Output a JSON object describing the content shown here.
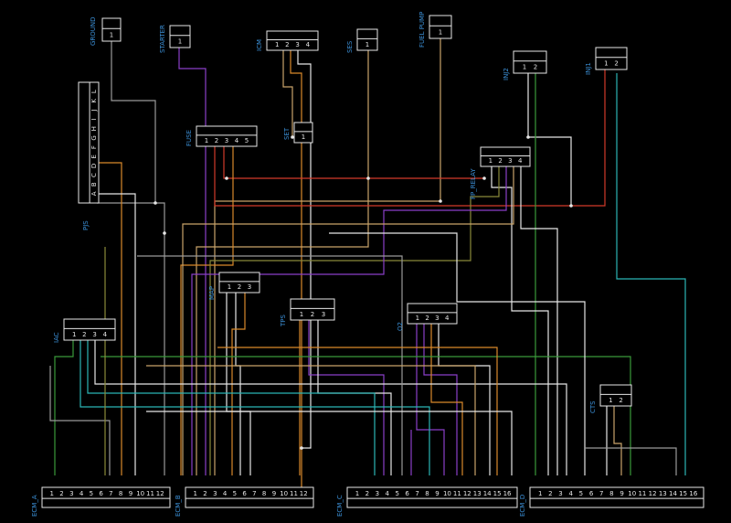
{
  "connectors": {
    "ground": {
      "name": "GROUND",
      "pins": [
        "1"
      ]
    },
    "starter": {
      "name": "STARTER",
      "pins": [
        "1"
      ]
    },
    "icm": {
      "name": "ICM",
      "pins": [
        "1",
        "2",
        "3",
        "4"
      ]
    },
    "ses": {
      "name": "SES",
      "pins": [
        "1"
      ]
    },
    "fuel_pump": {
      "name": "FUEL PUMP",
      "pins": [
        "1"
      ]
    },
    "inj2": {
      "name": "INJ2",
      "pins": [
        "1",
        "2"
      ]
    },
    "inj1": {
      "name": "INJ1",
      "pins": [
        "1",
        "2"
      ]
    },
    "pjs": {
      "name": "PJS",
      "pins": [
        "A",
        "B",
        "C",
        "D",
        "E",
        "F",
        "G",
        "H",
        "I",
        "J",
        "K",
        "L"
      ]
    },
    "fuse": {
      "name": "FUSE",
      "pins": [
        "1",
        "2",
        "3",
        "4",
        "5"
      ]
    },
    "set": {
      "name": "SET",
      "pins": [
        "1"
      ]
    },
    "fp_relay": {
      "name": "FP_RELAY",
      "pins": [
        "1",
        "2",
        "3",
        "4"
      ]
    },
    "map": {
      "name": "MAP",
      "pins": [
        "1",
        "2",
        "3"
      ]
    },
    "tps": {
      "name": "TPS",
      "pins": [
        "1",
        "2",
        "3"
      ]
    },
    "o2": {
      "name": "O2",
      "pins": [
        "1",
        "2",
        "3",
        "4"
      ]
    },
    "iac": {
      "name": "IAC",
      "pins": [
        "1",
        "2",
        "3",
        "4"
      ]
    },
    "cts": {
      "name": "CTS",
      "pins": [
        "1",
        "2"
      ]
    },
    "ecm_a": {
      "name": "ECM_A",
      "pins": [
        "1",
        "2",
        "3",
        "4",
        "5",
        "6",
        "7",
        "8",
        "9",
        "10",
        "11",
        "12"
      ]
    },
    "ecm_b": {
      "name": "ECM_B",
      "pins": [
        "1",
        "2",
        "3",
        "4",
        "5",
        "6",
        "7",
        "8",
        "9",
        "10",
        "11",
        "12"
      ]
    },
    "ecm_c": {
      "name": "ECM_C",
      "pins": [
        "1",
        "2",
        "3",
        "4",
        "5",
        "6",
        "7",
        "8",
        "9",
        "10",
        "11",
        "12",
        "13",
        "14",
        "15",
        "16"
      ]
    },
    "ecm_d": {
      "name": "ECM_D",
      "pins": [
        "1",
        "2",
        "3",
        "4",
        "5",
        "6",
        "7",
        "8",
        "9",
        "10",
        "11",
        "12",
        "13",
        "14",
        "15",
        "16"
      ]
    }
  },
  "colors": {
    "background": "#000000",
    "label": "#3b8fd6",
    "outline": "#e6e6e6",
    "wire_red": "#d23a2a",
    "wire_purple": "#8a3fc8",
    "wire_orange": "#d9892b",
    "wire_tan": "#c9a46a",
    "wire_olive": "#8a8a3a",
    "wire_green": "#3a9a3a",
    "wire_cyan": "#2bb5b5",
    "wire_gray": "#9a9a9a",
    "wire_white": "#e6e6e6"
  }
}
